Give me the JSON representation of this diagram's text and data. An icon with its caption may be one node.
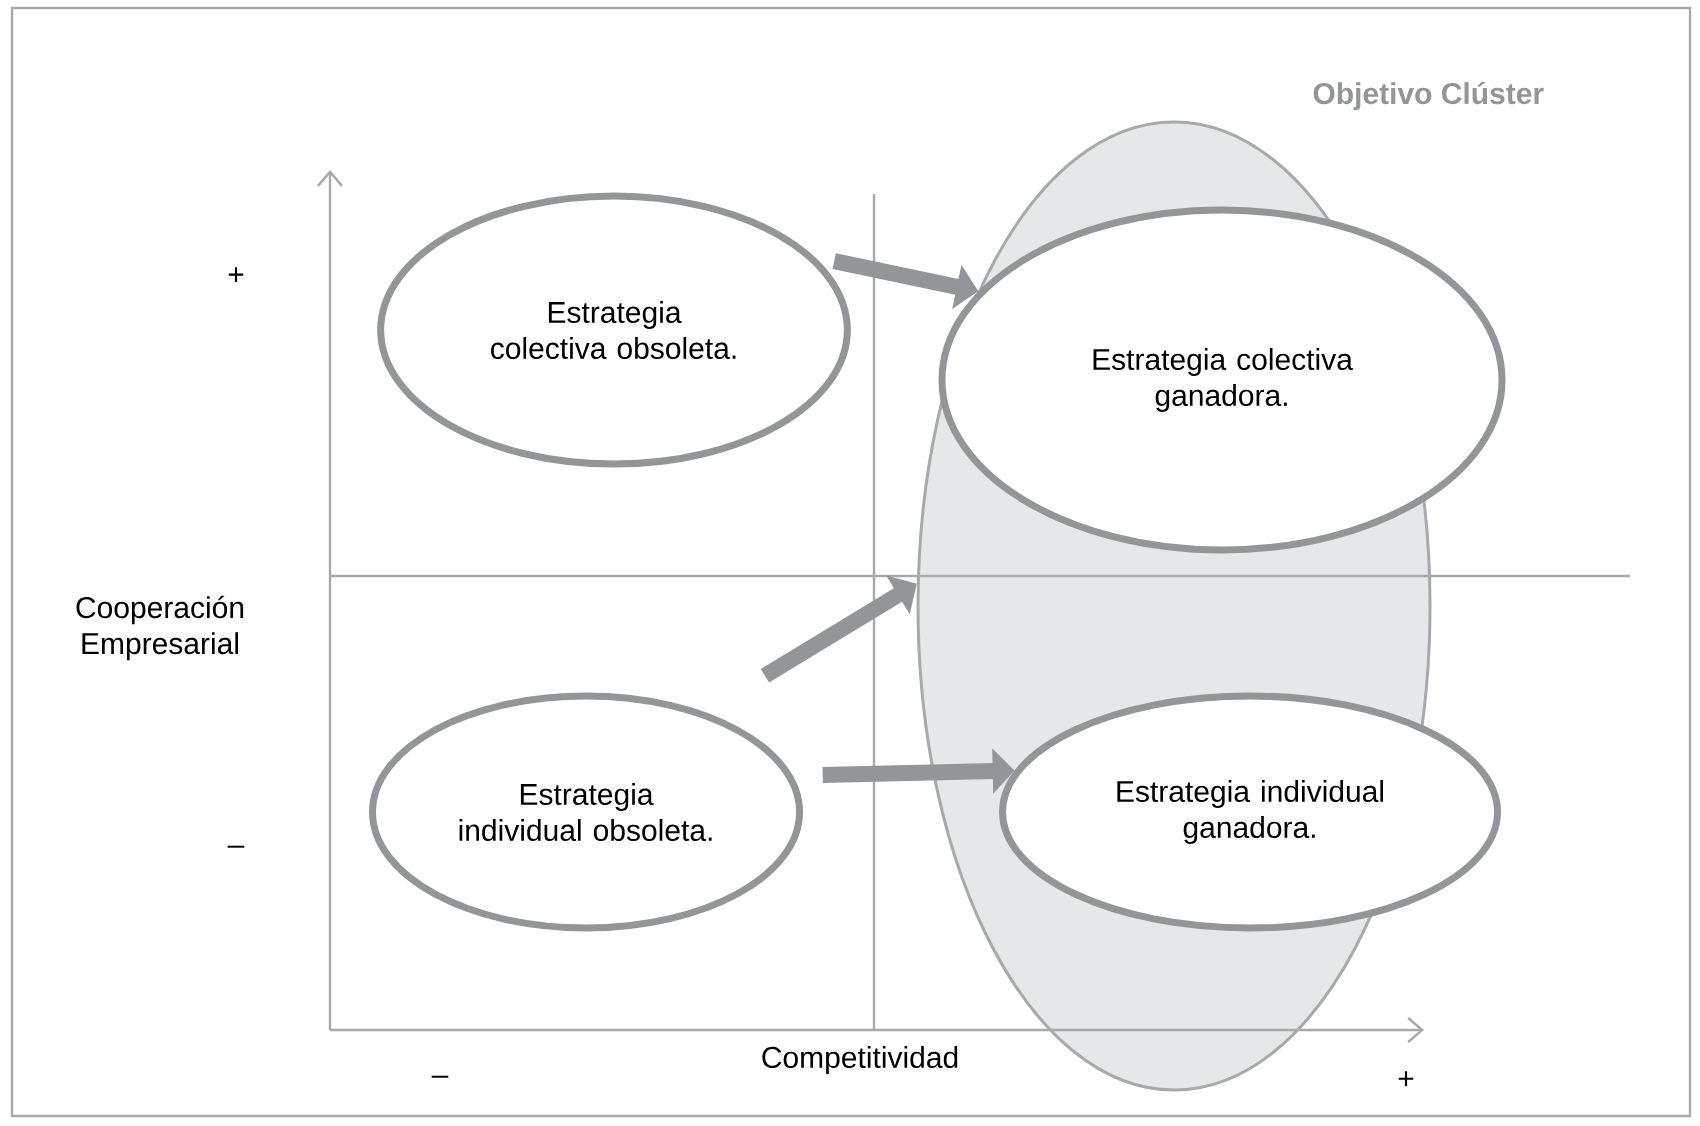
{
  "diagram": {
    "nodes": [
      {
        "text": [
          "Objetivo Clúster"
        ]
      },
      {
        "text": [
          "Estrategia colectiva obsoleta."
        ]
      },
      {
        "text": [
          "Estrategia colectiva ganadora."
        ],
        "in": 0
      },
      {
        "text": [
          "Estrategia individual obsoleta."
        ]
      },
      {
        "text": [
          "Estrategia individual ganadora."
        ],
        "in": 0
      }
    ],
    "edges": [
      {
        "from": 1,
        "to": 2,
        "arrow": "to"
      },
      {
        "from": 3,
        "to": 0,
        "arrow": "to"
      },
      {
        "from": 3,
        "to": 4,
        "arrow": "to"
      }
    ],
    "labels": [
      "+",
      "Cooperación Empresarial",
      "–",
      "–",
      "Competitividad",
      "+"
    ]
  }
}
